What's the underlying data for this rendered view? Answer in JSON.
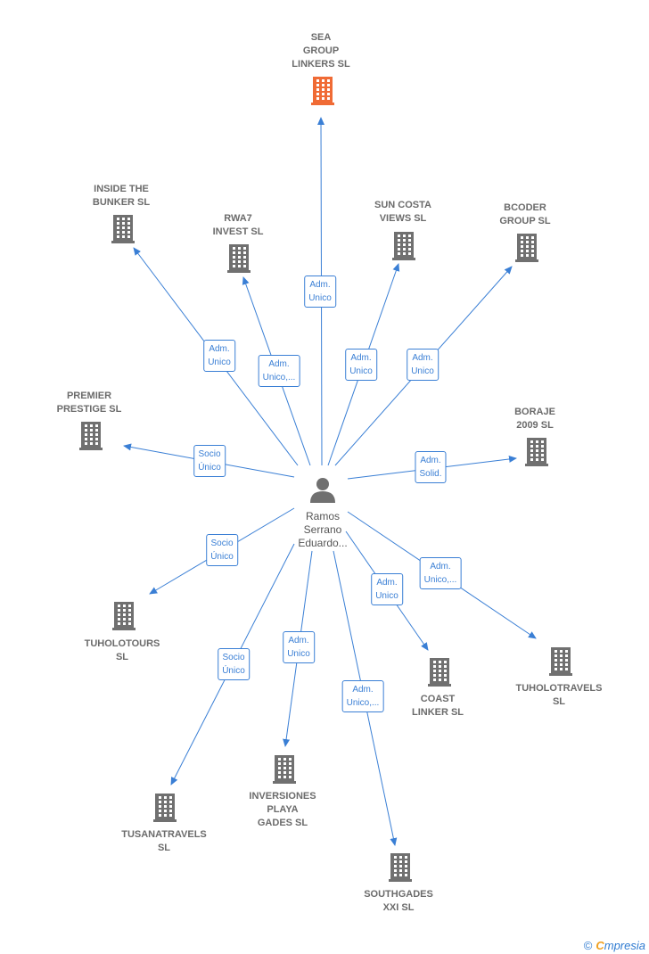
{
  "colors": {
    "edge": "#3a7fd5",
    "building": "#707070",
    "focus_building": "#f06b35"
  },
  "person": {
    "label": "Ramos\nSerrano\nEduardo..."
  },
  "nodes": [
    {
      "id": "sea",
      "label": "SEA\nGROUP\nLINKERS  SL",
      "focus": true
    },
    {
      "id": "inside",
      "label": "INSIDE THE\nBUNKER  SL"
    },
    {
      "id": "rwa7",
      "label": "RWA7\nINVEST  SL"
    },
    {
      "id": "suncosta",
      "label": "SUN COSTA\nVIEWS  SL"
    },
    {
      "id": "bcoder",
      "label": "BCODER\nGROUP  SL"
    },
    {
      "id": "premier",
      "label": "PREMIER\nPRESTIGE  SL"
    },
    {
      "id": "boraje",
      "label": "BORAJE\n2009 SL"
    },
    {
      "id": "tuholotours",
      "label": "TUHOLOTOURS\nSL"
    },
    {
      "id": "tuholotravels",
      "label": "TUHOLOTRAVELS\nSL"
    },
    {
      "id": "coast",
      "label": "COAST\nLINKER  SL"
    },
    {
      "id": "tusana",
      "label": "TUSANATRAVELS\nSL"
    },
    {
      "id": "inversiones",
      "label": "INVERSIONES\nPLAYA\nGADES  SL"
    },
    {
      "id": "southgades",
      "label": "SOUTHGADES\nXXI  SL"
    }
  ],
  "edges": [
    {
      "to": "sea",
      "label": "Adm.\nUnico"
    },
    {
      "to": "inside",
      "label": "Adm.\nUnico"
    },
    {
      "to": "rwa7",
      "label": "Adm.\nUnico,..."
    },
    {
      "to": "suncosta",
      "label": "Adm.\nUnico"
    },
    {
      "to": "bcoder",
      "label": "Adm.\nUnico"
    },
    {
      "to": "premier",
      "label": "Socio\nÚnico"
    },
    {
      "to": "boraje",
      "label": "Adm.\nSolid."
    },
    {
      "to": "tuholotours",
      "label": "Socio\nÚnico"
    },
    {
      "to": "tuholotravels",
      "label": "Adm.\nUnico,..."
    },
    {
      "to": "coast",
      "label": "Adm.\nUnico"
    },
    {
      "to": "tusana",
      "label": "Socio\nÚnico"
    },
    {
      "to": "inversiones",
      "label": "Adm.\nUnico"
    },
    {
      "to": "southgades",
      "label": "Adm.\nUnico,..."
    }
  ],
  "brand": {
    "copyright": "©",
    "initial": "C",
    "name": "mpresia"
  }
}
